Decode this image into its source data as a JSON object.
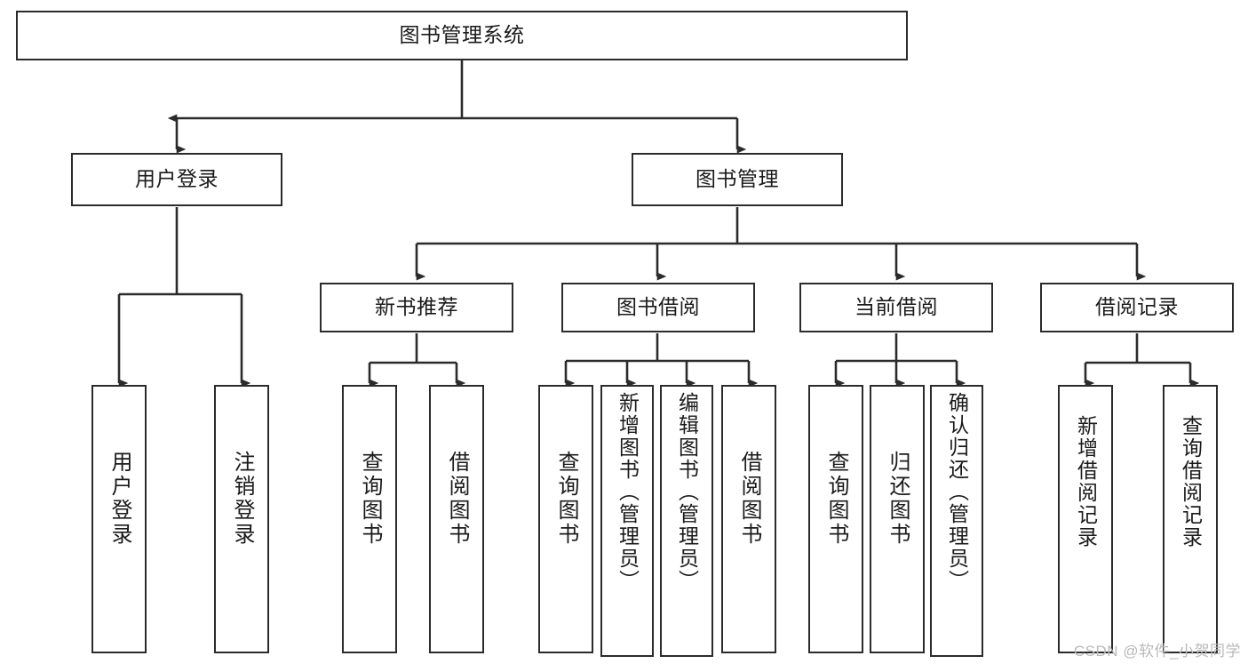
{
  "diagram": {
    "title": "图书管理系统",
    "type": "tree-hierarchy-chart",
    "watermark": "CSDN @软件_小贺同学",
    "stroke_color": "#2b2b2b",
    "background_color": "#ffffff",
    "text_color": "#1a1a1a",
    "nodes": {
      "root": {
        "label": "图书管理系统"
      },
      "level2": [
        {
          "label": "用户登录"
        },
        {
          "label": "图书管理"
        }
      ],
      "level3": [
        {
          "label": "新书推荐"
        },
        {
          "label": "图书借阅"
        },
        {
          "label": "当前借阅"
        },
        {
          "label": "借阅记录"
        }
      ],
      "leaves_user_login": [
        {
          "label": "用户登录"
        },
        {
          "label": "注销登录"
        }
      ],
      "leaves_new_book": [
        {
          "label": "查询图书"
        },
        {
          "label": "借阅图书"
        }
      ],
      "leaves_borrow": [
        {
          "label": "查询图书"
        },
        {
          "label": "新增图书（管理员）"
        },
        {
          "label": "编辑图书（管理员）"
        },
        {
          "label": "借阅图书"
        }
      ],
      "leaves_current": [
        {
          "label": "查询图书"
        },
        {
          "label": "归还图书"
        },
        {
          "label": "确认归还（管理员）"
        }
      ],
      "leaves_record": [
        {
          "label": "新增借阅记录"
        },
        {
          "label": "查询借阅记录"
        }
      ]
    }
  }
}
